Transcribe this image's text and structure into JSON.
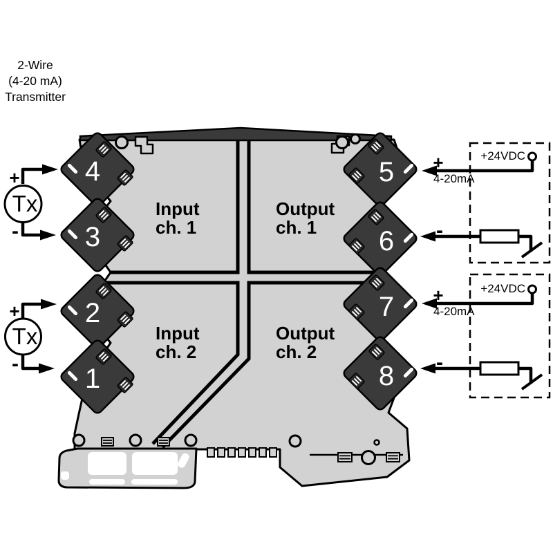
{
  "title_block": {
    "line1": "2-Wire",
    "line2": "(4-20 mA)",
    "line3": "Transmitter"
  },
  "device": {
    "quadrants": [
      {
        "line1": "Input",
        "line2": "ch. 1"
      },
      {
        "line1": "Output",
        "line2": "ch. 1"
      },
      {
        "line1": "Input",
        "line2": "ch. 2"
      },
      {
        "line1": "Output",
        "line2": "ch. 2"
      }
    ],
    "terminals": {
      "left": [
        "4",
        "3",
        "2",
        "1"
      ],
      "right": [
        "5",
        "6",
        "7",
        "8"
      ]
    }
  },
  "transmitters": [
    {
      "label": "Tx",
      "plus": "+",
      "minus": "-"
    },
    {
      "label": "Tx",
      "plus": "+",
      "minus": "-"
    }
  ],
  "output_loops": [
    {
      "supply": "+24VDC",
      "signal": "4-20mA",
      "plus": "+",
      "minus": "-"
    },
    {
      "supply": "+24VDC",
      "signal": "4-20mA",
      "plus": "+",
      "minus": "-"
    }
  ],
  "colors": {
    "background": "#ffffff",
    "device_body": "#d2d2d2",
    "terminal_block": "#3a3a3a",
    "line": "#000000",
    "terminal_number": "#ffffff"
  }
}
